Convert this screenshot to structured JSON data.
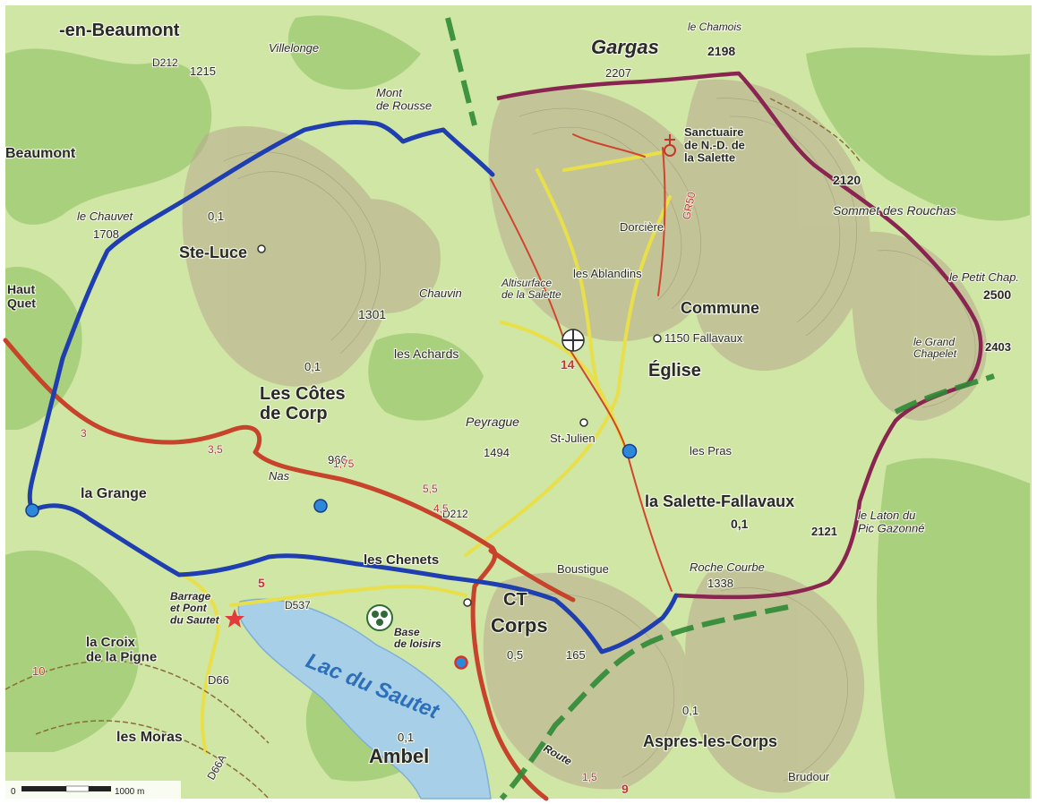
{
  "colors": {
    "paper": "#ffffff",
    "valley_green": "#cfe6a4",
    "forest_green": "#a6cf7a",
    "mountain_shade": "#b9a98f",
    "lake": "#a8cfe8",
    "blue_route": "#1f3fb0",
    "purple_route": "#8a2451",
    "red_road": "#c8432b",
    "yellow_road": "#e8df4a",
    "green_dash": "#2f8a36"
  },
  "places": {
    "en_beaumont": "-en-Beaumont",
    "villelonge": "Villelonge",
    "d212": "D212",
    "alt_1215": "1215",
    "mont_de_rousse": "Mont\nde Rousse",
    "gargas": "Gargas",
    "alt_2207": "2207",
    "le_chamois": "le Chamois",
    "alt_2198": "2198",
    "sanctuaire": "Sanctuaire\nde N.-D. de\nla Salette",
    "beaumont": "Beaumont",
    "le_chauvet": "le Chauvet",
    "alt_1708": "1708",
    "ste_luce": "Ste-Luce",
    "val_01_ste_luce": "0,1",
    "dorciere": "Dorcière",
    "gr50": "GR50",
    "alt_2120": "2120",
    "sommet_rouchas": "Sommet des Rouchas",
    "le_petit_chapeau": "le Petit Chap.",
    "alt_2500": "2500",
    "haut_quet": "Haut\nQuet",
    "chauvin": "Chauvin",
    "altisurface": "Altisurface\nde la Salette",
    "les_ablandins": "les Ablandins",
    "commune": "Commune",
    "alt_1301": "1301",
    "les_achards": "les Achards",
    "fallavaux_1150": "1150 Fallavaux",
    "eglise": "Église",
    "le_grand_chapelet": "le Grand\nChapelet",
    "alt_2403": "2403",
    "val_01_cotes": "0,1",
    "les_cotes": "Les Côtes\nde Corp",
    "peyrague": "Peyrague",
    "alt_1494": "1494",
    "st_julien": "St-Julien",
    "les_pras": "les Pras",
    "alt_966": "966",
    "nas": "Nas",
    "la_grange": "la Grange",
    "d212b": "D212",
    "la_salette_fallavaux": "la Salette-Fallavaux",
    "val_01_salette": "0,1",
    "alt_2121": "2121",
    "le_laton": "le Laton du\nPic Gazonné",
    "les_chenets": "les Chenets",
    "roche_courbe": "Roche Courbe",
    "alt_1338": "1338",
    "barrage": "Barrage\net Pont\ndu Sautet",
    "d537": "D537",
    "ct": "CT",
    "corps": "Corps",
    "val_05": "0,5",
    "boustigue": "Boustigue",
    "base_loisirs": "Base\nde loisirs",
    "la_croix": "la Croix\nde la Pigne",
    "d66": "D66",
    "lac": "Lac du Sautet",
    "val_165": "165",
    "les_moras": "les Moras",
    "d66a": "D66A",
    "ambel": "Ambel",
    "val_01_ambel": "0,1",
    "val_01_aspres": "0,1",
    "aspres": "Aspres-les-Corps",
    "route": "Route",
    "brudour": "Brudour",
    "km_14": "14",
    "km_45": "4,5",
    "km_35": "3,5",
    "km_55": "5,5",
    "km_3": "3",
    "km_5": "5",
    "km_15": "1,5",
    "km_9": "9",
    "km_10": "10",
    "km_175": "1,75"
  },
  "scale": {
    "zero": "0",
    "label": "1000 m"
  }
}
